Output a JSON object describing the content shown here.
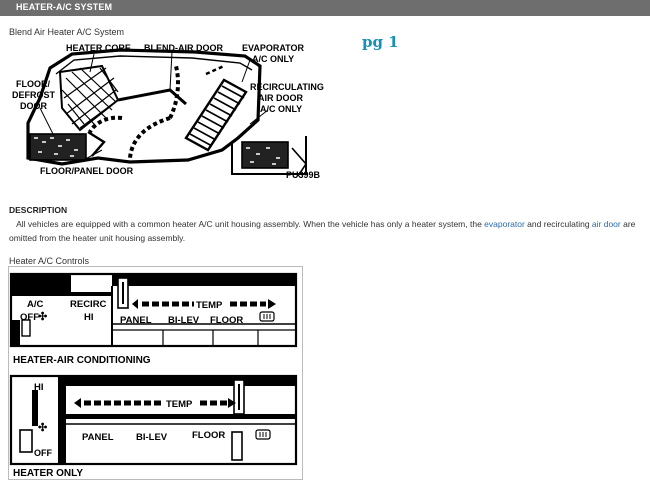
{
  "header": {
    "title": "HEATER-A/C SYSTEM"
  },
  "figure1": {
    "caption": "Blend Air Heater A/C System",
    "labels": {
      "heater_core": "HEATER CORE",
      "blend_air_door": "BLEND-AIR DOOR",
      "evaporator_line1": "EVAPORATOR",
      "evaporator_line2": "A/C ONLY",
      "floor_defrost_line1": "FLOOR/",
      "floor_defrost_line2": "DEFROST",
      "floor_defrost_line3": "DOOR",
      "recirc_line1": "RECIRCULATING",
      "recirc_line2": "AIR DOOR",
      "recirc_line3": "A/C ONLY",
      "floor_panel_door": "FLOOR/PANEL DOOR",
      "figure_code": "PU399B"
    }
  },
  "page_marker": "pg 1",
  "description": {
    "heading": "DESCRIPTION",
    "text_before": "All vehicles are equipped with a common heater A/C unit housing assembly. When the vehicle has only a heater system, the ",
    "link1": "evaporator",
    "text_middle": " and recirculating ",
    "link2": "air door",
    "text_after": " are omitted from the heater unit housing assembly."
  },
  "figure2": {
    "caption": "Heater A/C Controls",
    "ac_panel": {
      "label_ac": "A/C",
      "label_off": "OFF",
      "label_recirc": "RECIRC",
      "label_hi": "HI",
      "label_temp": "TEMP",
      "label_panel": "PANEL",
      "label_bilev": "BI-LEV",
      "label_floor": "FLOOR",
      "title": "HEATER-AIR CONDITIONING"
    },
    "heater_panel": {
      "label_hi": "HI",
      "label_off": "OFF",
      "label_temp": "TEMP",
      "label_panel": "PANEL",
      "label_bilev": "BI-LEV",
      "label_floor": "FLOOR",
      "title": "HEATER ONLY"
    }
  }
}
